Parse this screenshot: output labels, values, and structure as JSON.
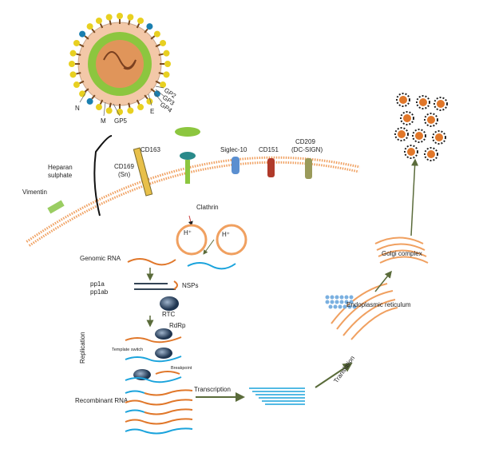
{
  "virion": {
    "labels": {
      "n": "N",
      "m": "M",
      "gp5": "GP5",
      "e": "E",
      "gp2": "GP2",
      "gp3": "GP3",
      "gp4": "GP4"
    }
  },
  "receptors": {
    "heparan_1": "Heparan",
    "heparan_2": "sulphate",
    "vimentin": "Vimentin",
    "cd169_1": "CD169",
    "cd169_2": "(Sn)",
    "cd163": "CD163",
    "clathrin": "Clathrin",
    "siglec": "Siglec-10",
    "cd151": "CD151",
    "cd209_1": "CD209",
    "cd209_2": "(DC-SIGN)"
  },
  "endosome": {
    "proton": "H⁺"
  },
  "replication": {
    "genomic_rna": "Genomic RNA",
    "pp1a": "pp1a",
    "pp1ab": "pp1ab",
    "nsps": "NSPs",
    "rtc": "RTC",
    "rdrp": "RdRp",
    "template_switch": "Template switch",
    "breakpoint": "Breakpoint",
    "replication": "Replication",
    "recombinant_rna": "Recombinant RNA"
  },
  "pathway": {
    "transcription": "Transcription",
    "translation": "Translation",
    "er": "Endoplasmic reticulum",
    "golgi": "Golgi complex"
  },
  "colors": {
    "rna_orange": "#e0772a",
    "rna_blue": "#1aa3dc",
    "membrane": "#f0a060",
    "arrow": "#5a6b3a"
  }
}
